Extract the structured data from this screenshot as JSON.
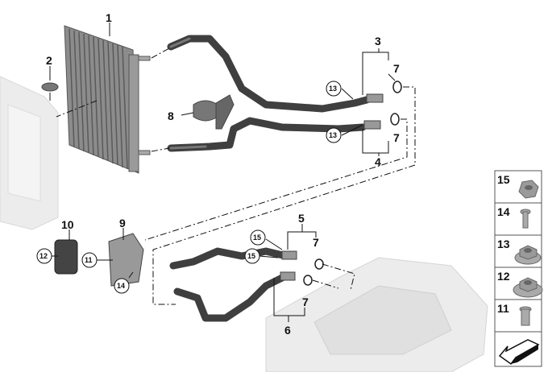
{
  "diagram": {
    "callouts": {
      "c1": "1",
      "c2": "2",
      "c3": "3",
      "c4": "4",
      "c5": "5",
      "c6": "6",
      "c7a": "7",
      "c7b": "7",
      "c7c": "7",
      "c7d": "7",
      "c8": "8",
      "c9": "9",
      "c10": "10",
      "c11": "11",
      "c12": "12",
      "c13a": "13",
      "c13b": "13",
      "c14": "14",
      "c15a": "15",
      "c15b": "15"
    },
    "legend": [
      {
        "number": "15",
        "part": "hex-nut-icon"
      },
      {
        "number": "14",
        "part": "bolt-icon"
      },
      {
        "number": "13",
        "part": "flange-nut-icon"
      },
      {
        "number": "12",
        "part": "collar-nut-icon"
      },
      {
        "number": "11",
        "part": "rivet-icon"
      }
    ],
    "colors": {
      "part_gray": "#8c8c8c",
      "hose": "#3f3f3f",
      "ghost": "#e6e6e6"
    }
  }
}
